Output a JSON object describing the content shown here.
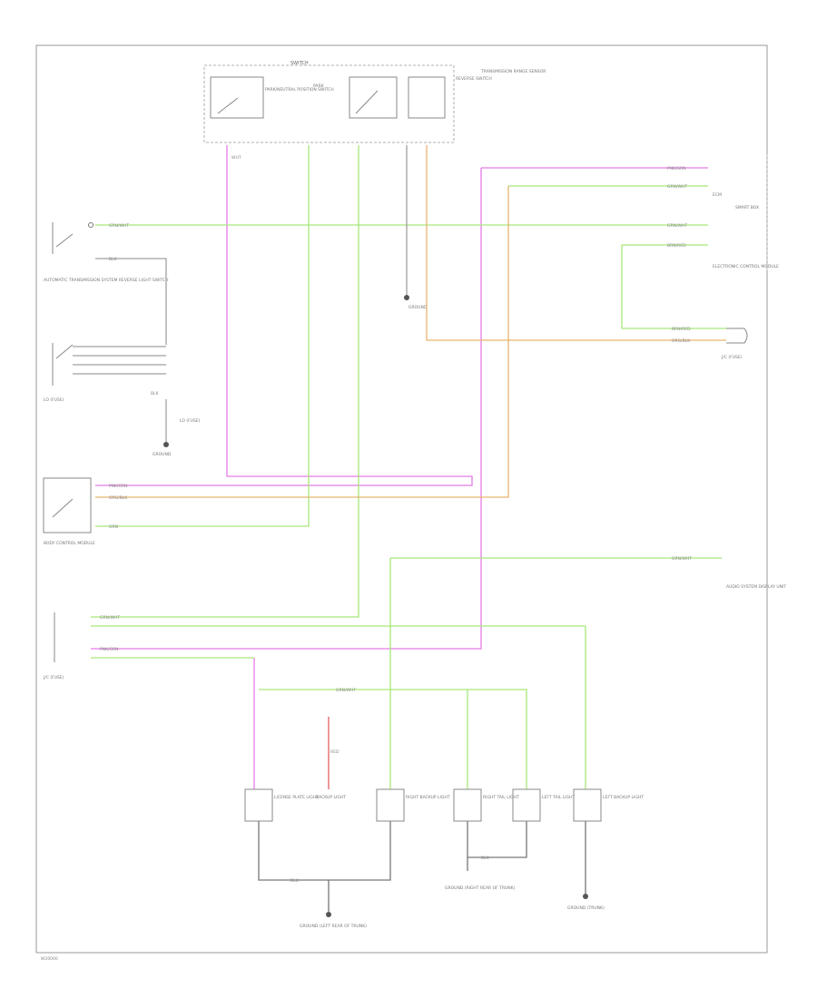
{
  "diagram": {
    "footer_code": "W20000",
    "colors": {
      "pink": "#e87ae8",
      "green": "#a6e87a",
      "orange": "#e8b46e",
      "grey": "#a0a0a0",
      "red": "#e06060",
      "frame": "#999999"
    },
    "labels": {
      "switch_top": "SWITCH",
      "park_top": "PARK",
      "park_neutral": "PARK/NEUTRAL POSITION SWITCH",
      "reverse_switch": "REVERSE SWITCH",
      "trans_range": "TRANSMISSION RANGE SENSOR",
      "auto_trans": "AUTOMATIC TRANSMISSION SYSTEM REVERSE LIGHT SWITCH",
      "lo_fuse": "LO (FUSE)",
      "mid_fuse": "LO (FUSE)",
      "ground_left": "GROUND",
      "ground_center": "GROUND",
      "smart_box": "SMART BOX",
      "ecm": "ECM",
      "electronic_module": "ELECTRONIC CONTROL MODULE",
      "right_conn": "J/C (FUSE)",
      "body_control": "BODY CONTROL MODULE",
      "audio_unit": "AUDIO SYSTEM DISPLAY UNIT",
      "lo_bottom": "J/C (FUSE)",
      "license_left": "LICENSE PLATE LIGHT",
      "backup_light": "BACKUP LIGHT",
      "right_backup": "RIGHT BACKUP LIGHT",
      "right_tail": "RIGHT TAIL LIGHT",
      "left_tail": "LEFT TAIL LIGHT",
      "left_backup": "LEFT BACKUP LIGHT",
      "ground_bottom_left": "GROUND (LEFT REAR OF TRUNK)",
      "ground_bottom_mid": "GROUND (RIGHT REAR OF TRUNK)",
      "ground_bottom_right": "GROUND (TRUNK)"
    },
    "wire_tags": {
      "g_w": "GRN/WHT",
      "p_g": "PNK/GRN",
      "b_r": "BRN/RED",
      "o_b": "ORG/BLK",
      "wht": "WHT",
      "blk": "BLK",
      "grn": "GRN",
      "red": "RED"
    }
  }
}
